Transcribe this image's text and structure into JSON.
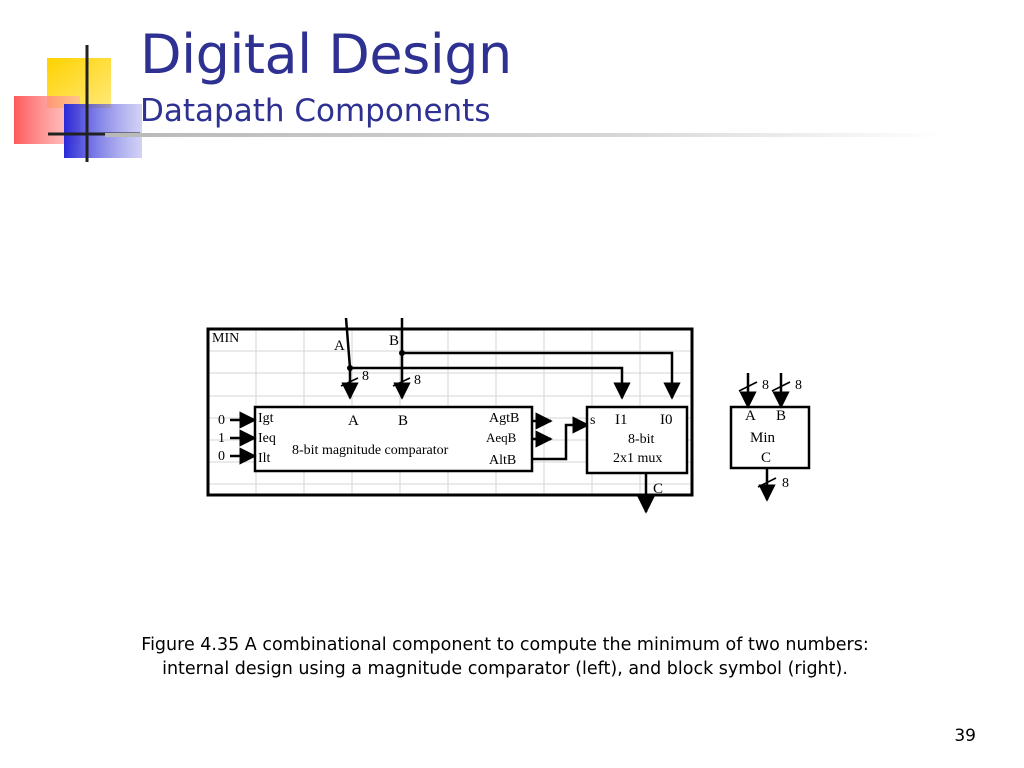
{
  "slide": {
    "title": "Digital Design",
    "subtitle": "Datapath Components",
    "page_number": "39"
  },
  "diagram": {
    "outer_box_label": "MIN",
    "input_a": "A",
    "input_b": "B",
    "bus_width": "8",
    "comparator": {
      "name": "8-bit magnitude comparator",
      "inputs": [
        "Igt",
        "Ieq",
        "Ilt"
      ],
      "input_values": [
        "0",
        "1",
        "0"
      ],
      "data_inputs": [
        "A",
        "B"
      ],
      "outputs": [
        "AgtB",
        "AeqB",
        "AltB"
      ]
    },
    "mux": {
      "select": "s",
      "inputs": [
        "I1",
        "I0"
      ],
      "name_line1": "8-bit",
      "name_line2": "2x1 mux"
    },
    "output": "C",
    "block_symbol": {
      "inputs": [
        "A",
        "B"
      ],
      "name": "Min",
      "output": "C",
      "bus_widths": [
        "8",
        "8",
        "8"
      ]
    }
  },
  "caption": "Figure 4.35 A combinational component to compute the minimum of two numbers: internal design using a magnitude comparator (left), and block symbol (right)."
}
